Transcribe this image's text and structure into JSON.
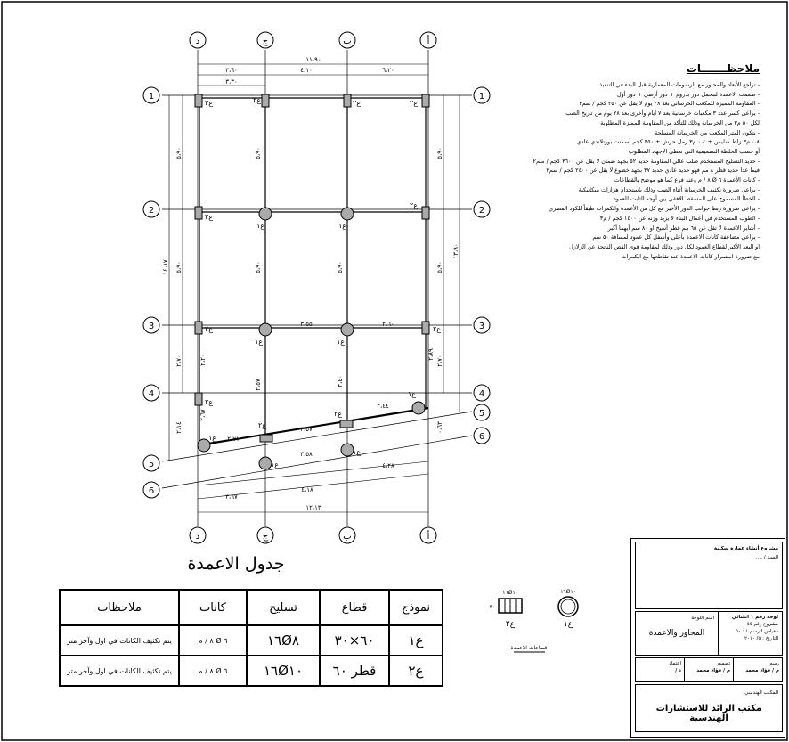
{
  "grid": {
    "vertical_axes": [
      "أ",
      "ب",
      "ج",
      "د"
    ],
    "horizontal_axes": [
      "1",
      "2",
      "3",
      "4",
      "5",
      "6"
    ],
    "top_dims": [
      "٦،٢٠",
      "٤،١٠",
      "٣،٦٠"
    ],
    "top_total": "١١،٩٠",
    "top_sub": "٣،٣٠",
    "right_dims": [
      "٥،٩٠",
      "٥،٩٠",
      "٢،٧٠"
    ],
    "right_total": "١٣،٩٠",
    "right_small": "٠،٦٣",
    "left_dims": [
      "٥،٩٠",
      "٥،٩٠",
      "٢،٧٠"
    ],
    "left_total": "١٤،٨٧",
    "left_small": "٢،١٤",
    "bottom_dims": [
      "٣،٦٧",
      "٤،١٨",
      "٤،٢٨"
    ],
    "bottom_total": "١٢،١٣",
    "inner_labels": [
      "٣،٥٥",
      "٢،٦٠",
      "٢،٤٤",
      "٢،٧١",
      "٣،٥٧",
      "٣،٥٨",
      "٢،٨٩",
      "٥،٩٠",
      "٢،٢٠",
      "٥،٩٠",
      "٢،٥٧",
      "٥،٩٠",
      "٣،٤٠",
      "٢،٦٧"
    ],
    "column_tags": [
      "ع١",
      "ع٢"
    ]
  },
  "notes": {
    "title": "ملاحظـــــــات",
    "items": [
      "- تراجع الأبعاد والمحاور مع الرسومات المعمارية قبل البدء في التنفيذ",
      "- صممت الاعمدة لتتحمل دور بدروم + دور أرضي + دور أول",
      "- المقاومة المميزة للمكعب الخرساني بعد ٢٨ يوم لا يقل عن ٢٥٠ كجم / سم٢",
      "- يراعى كسر عدد ٣ مكعبات خرسانية بعد ٧ أيام وأخرى بعد ٢٨ يوم من تاريخ الصب",
      "  لكل ٥٠ م٣ من الخرسانة وذلك للتأكد من المقاومة المميزة المطلوبة",
      "- يتكون المتر المكعب من الخرسانة المسلحة",
      "  ٠،٨ م٣ زلط سليس + ٠،٤ م٣ رمل حرش + ٣٥٠ كجم أسمنت بورتلاندي عادي",
      "  أو حسب الخلطة التصميمية التي تعطي الإجهاد المطلوب",
      "- حديد التسليح المستخدم صلب عالي المقاومة حديد ٥٢ بجهد ضمان لا يقل عن ٣٦٠٠ كجم / سم٢",
      "  فيما عدا حديد قطر ٨ مم فهو حديد عادي حديد ٣٧ بجهد خضوع لا يقل عن ٢٤٠٠ كجم / سم٢",
      "- كانات الأعمدة ٦ Ø ٨ / م وعند فرع كما هو موضح بالقطاعات",
      "- يراعى ضرورة تكثيف الخرسانة أثناء الصب وذلك باستخدام هزازات ميكانيكية",
      "- الخطأ المسموح على المسقط الأفقي بين أوجه الثابت للعمود",
      "- يراعى ضرورة ربط جوانب الدور الأخير مع كل من الأعمدة والكمرات طبقاً للكود المصري",
      "- الطوب المستخدم في أعمال البناء لا يزيد وزنه عن ١٤٠٠ كجم / م٣",
      "- أشاير الاعمدة لا تقل عن ٦٥ مم قطر أسيخ او ٨٠ سم أيهما أكبر",
      "- يراعى مضاعفة كانات الاعمدة بأعلى وأسفل كل عمود لمسافة ٥٠ سم",
      "  او البعد الأكبر لقطاع العمود لكل دور وذلك لمقاومة قوى القص الناتجة عن الزلازل",
      "  مع ضرورة استمرار كانات الاعمدة عند تقاطعها مع الكمرات"
    ]
  },
  "schedule": {
    "title": "جدول الاعمدة",
    "headers": [
      "نموذج",
      "قطاع",
      "تسليح",
      "كانات",
      "ملاحظات"
    ],
    "rows": [
      {
        "model": "ع١",
        "section": "٦٠×٣٠",
        "reinforcement": "١٦Ø٨",
        "stirrups": "٦ Ø ٨ / م",
        "note": "يتم تكثيف الكانات في اول وآخر متر"
      },
      {
        "model": "ع٢",
        "section": "قطر ٦٠",
        "reinforcement": "١٦Ø١٠",
        "stirrups": "٦ Ø ٨ / م",
        "note": "يتم تكثيف الكانات في اول وآخر متر"
      }
    ]
  },
  "section_details": {
    "rect_label": "ع٢",
    "round_label": "ع١",
    "rect_dim_top": "١٦Ø١٠",
    "round_dim_top": "١٦Ø١٠",
    "rect_side": "٣٠",
    "caption": "قطاعات الاعمدة"
  },
  "title_block": {
    "project_title": "مشروع أنشاء عمارة سكنية",
    "owner": "السيد / ....",
    "drawing_label": "اسم اللوحة",
    "drawing_name": "المحاور والاعمدة",
    "sheet_info": [
      "لوحة رقم ١ انشائي",
      "مشروع رقم ٥٥",
      "مقياس الرسم ١ : ٥٠",
      "التاريخ : ٥/ ٢٠١٠"
    ],
    "sign_labels": [
      "رسم",
      "تصميم",
      "اعتماد"
    ],
    "sign_names": [
      "م / فؤاد محمد",
      "م / فؤاد محمد",
      "د /"
    ],
    "office_label": "المكتب الهندسي",
    "office_name": "مكتب الرائد للاستشارات الهندسية"
  }
}
